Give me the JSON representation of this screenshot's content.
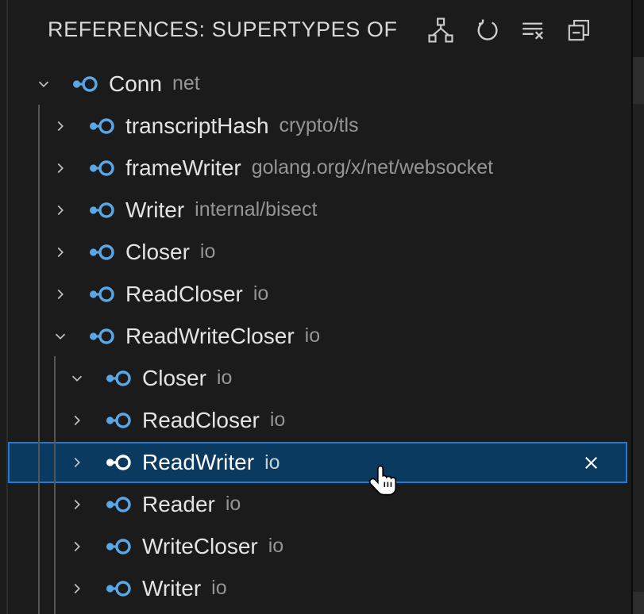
{
  "panel": {
    "title": "REFERENCES: SUPERTYPES OF",
    "actions": [
      {
        "icon": "type-hierarchy-icon"
      },
      {
        "icon": "refresh-icon"
      },
      {
        "icon": "clear-all-icon"
      },
      {
        "icon": "collapse-all-icon"
      }
    ]
  },
  "tree": {
    "rows": [
      {
        "label": "Conn",
        "description": "net",
        "level": 0,
        "expanded": true,
        "selected": false
      },
      {
        "label": "transcriptHash",
        "description": "crypto/tls",
        "level": 1,
        "expanded": false,
        "selected": false
      },
      {
        "label": "frameWriter",
        "description": "golang.org/x/net/websocket",
        "level": 1,
        "expanded": false,
        "selected": false
      },
      {
        "label": "Writer",
        "description": "internal/bisect",
        "level": 1,
        "expanded": false,
        "selected": false
      },
      {
        "label": "Closer",
        "description": "io",
        "level": 1,
        "expanded": false,
        "selected": false
      },
      {
        "label": "ReadCloser",
        "description": "io",
        "level": 1,
        "expanded": false,
        "selected": false
      },
      {
        "label": "ReadWriteCloser",
        "description": "io",
        "level": 1,
        "expanded": true,
        "selected": false
      },
      {
        "label": "Closer",
        "description": "io",
        "level": 2,
        "expanded": true,
        "selected": false
      },
      {
        "label": "ReadCloser",
        "description": "io",
        "level": 2,
        "expanded": false,
        "selected": false
      },
      {
        "label": "ReadWriter",
        "description": "io",
        "level": 2,
        "expanded": false,
        "selected": true
      },
      {
        "label": "Reader",
        "description": "io",
        "level": 2,
        "expanded": false,
        "selected": false
      },
      {
        "label": "WriteCloser",
        "description": "io",
        "level": 2,
        "expanded": false,
        "selected": false
      },
      {
        "label": "Writer",
        "description": "io",
        "level": 2,
        "expanded": false,
        "selected": false
      }
    ]
  },
  "colors": {
    "background": "#1b1b1b",
    "selection_background": "#0a3a60",
    "selection_border": "#1f7cd6",
    "interface_icon_blue": "#59a7e6",
    "label_text": "#e3e3e3",
    "description_text": "#959595",
    "indent_guide": "#565656"
  },
  "cursor": {
    "type": "pointing-hand"
  }
}
